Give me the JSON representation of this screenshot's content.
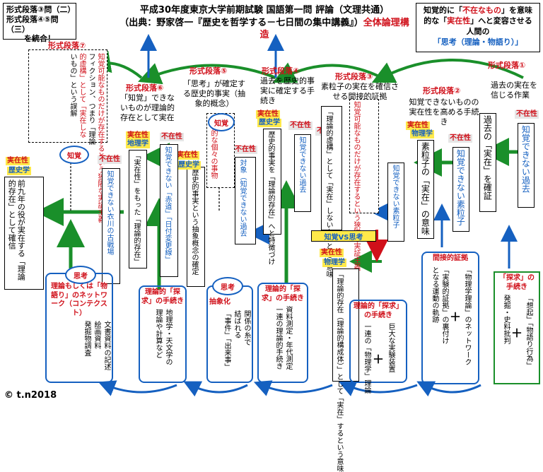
{
  "title": {
    "line1": "平成30年度東京大学前期試験 国語第一問 評論（文理共通）",
    "line2_prefix": "（出典：野家啓一『歴史を哲学する－七日間の集中講義』）",
    "line2_suffix": "全体論理構造"
  },
  "integrate_note": [
    "形式段落③問（二）",
    "形式段落④⑤問（三）",
    "を統合！"
  ],
  "summary_box": {
    "pre": "知覚的に「",
    "red1": "不在なもの",
    "mid": "」を意味的な「",
    "red2": "実在性",
    "post": "」へと変容させる人間の",
    "blue": "「思考（理論・物語り）」"
  },
  "paragraphs": {
    "p1": {
      "label": "形式段落①",
      "desc": "過去の実在を信じる作業"
    },
    "p2": {
      "label": "形式段落②",
      "desc": "知覚できないものの実在性を高める手続き"
    },
    "p3": {
      "label": "形式段落③",
      "desc": "素粒子の実在を確信させる間接的証拠"
    },
    "p4": {
      "label": "形式段落④",
      "desc": "過去を歴史的事実に確定する手続き"
    },
    "p5": {
      "label": "形式段落⑤",
      "desc": "「思考」が確定する歴史的事実（抽象的概念）"
    },
    "p6": {
      "label": "形式段落⑥",
      "desc": "「知覚」できないものが理論的存在として実在"
    },
    "p7": {
      "label": "形式段落⑦",
      "vertical_lines": [
        "フィクション、つまり「理論",
        "的虚構」として「実在しな",
        "いもの」という誤解"
      ],
      "red_vertical": "知覚可能なものだけが存在するという狭隘な実証主義"
    }
  },
  "tags": {
    "jitsuzai": "実在性",
    "fuzai": "不在性",
    "rekishigaku": "歴史学",
    "chirigaku": "地理学",
    "butsurigaku": "物理学",
    "chikaku": "知覚",
    "shikou": "思考",
    "chikaku_vs_shikou": "知覚VS思考"
  },
  "columns": {
    "c1_main": "過去の「実在」を確証",
    "c1_fuzai": "知覚できない過去",
    "c2_main": "素粒子の「実在」の意味",
    "c2_fuzai": "知覚できない素粒子",
    "c3_main": "「理論的虚構」として「実在」しないものという意味",
    "c3_red": "知覚可能なものだけが存在するという狭隘な実証主義",
    "c3_fuzai": "知覚できない素粒子",
    "c4_main": "歴史的事実を「理論的存在」へと特徴づけ",
    "c4_fuzai": "知覚できない過去",
    "c5_main": "対象（知覚できない過去",
    "c5_box": "具体的な個々の事物",
    "c6_main": "歴史的事実という抽象概念の確定",
    "c7_main": "「実在性」をもった「理論的存在」",
    "c7_fuzai": "知覚できない「赤道」「日付変更線」",
    "c8_fuzai": "知覚できない衣川の古戦場",
    "c9_main": "前九年の役が実在する「理論的存在」として確信"
  },
  "methods": {
    "m_shikou_head": "思考",
    "m1_head": "理論もしくは「物語り」のネットワーク（コンテクスト）",
    "m1_body": [
      "文書資料の記述",
      "絵画資料",
      "発掘物調査"
    ],
    "m2_head": "理論的「探求」の手続き",
    "m2_body": [
      "地理学・天文学の",
      "理論や計算など"
    ],
    "m3_head": "抽象化",
    "m3_body": [
      "関係の糸で",
      "結ばれる",
      "「事件」「出来事」"
    ],
    "m4_head": "理論的「探求」の手続き",
    "m4_body": [
      "資料測定・年代測定",
      "一連の理論的手続き"
    ],
    "m5_head": "理論的「探求」の手続き",
    "m5_body": [
      "巨大な実験装置",
      "一連の「物理学」理論"
    ],
    "m5_plus": "＋",
    "m6_head": "間接的証拠",
    "m6_body": [
      "「物理学理論」のネットワーク",
      "となる運動の軌跡",
      "「実験的証拠」の裏付け"
    ],
    "m6_plus": "＋",
    "m7_head": "「探求」の手続き",
    "m7_body": [
      "「想起」「物語り行為」",
      "発掘・史料批判"
    ],
    "m7_plus": "＋"
  },
  "phys_main": "「理論的存在（理論的構成体）」として「実在」するという意味",
  "copyright": "© t.n2018",
  "colors": {
    "red": "#d0101a",
    "blue": "#1560c0",
    "green": "#1a8f2a",
    "yellow": "#ffe94a"
  }
}
